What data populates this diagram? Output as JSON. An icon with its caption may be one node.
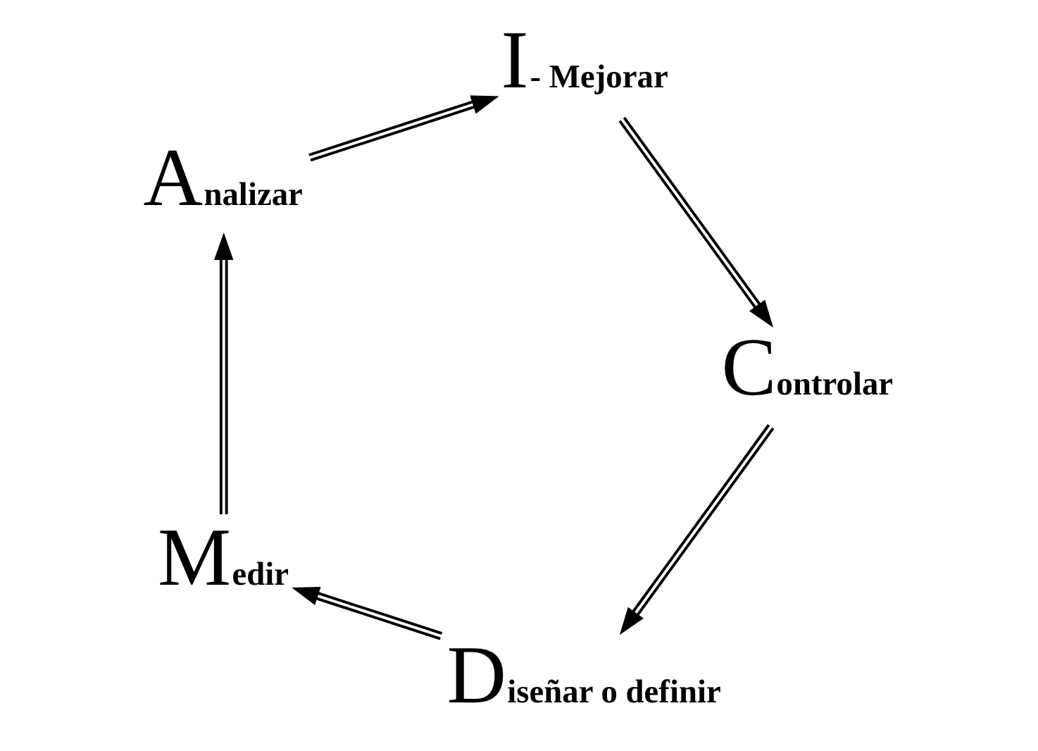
{
  "diagram": {
    "nodes": [
      {
        "text": [
          "D",
          "iseñar o definir"
        ]
      },
      {
        "text": [
          "M",
          "edir"
        ]
      },
      {
        "text": [
          "A",
          "nalizar"
        ]
      },
      {
        "text": [
          "I",
          "- Mejorar"
        ]
      },
      {
        "text": [
          "C",
          "ontrolar"
        ]
      }
    ],
    "edges": [
      {
        "from": 0,
        "to": 1,
        "arrow": "to"
      },
      {
        "from": 1,
        "to": 2,
        "arrow": "to"
      },
      {
        "from": 2,
        "to": 3,
        "arrow": "to"
      },
      {
        "from": 3,
        "to": 4,
        "arrow": "to"
      },
      {
        "from": 4,
        "to": 0,
        "arrow": "to"
      }
    ]
  }
}
